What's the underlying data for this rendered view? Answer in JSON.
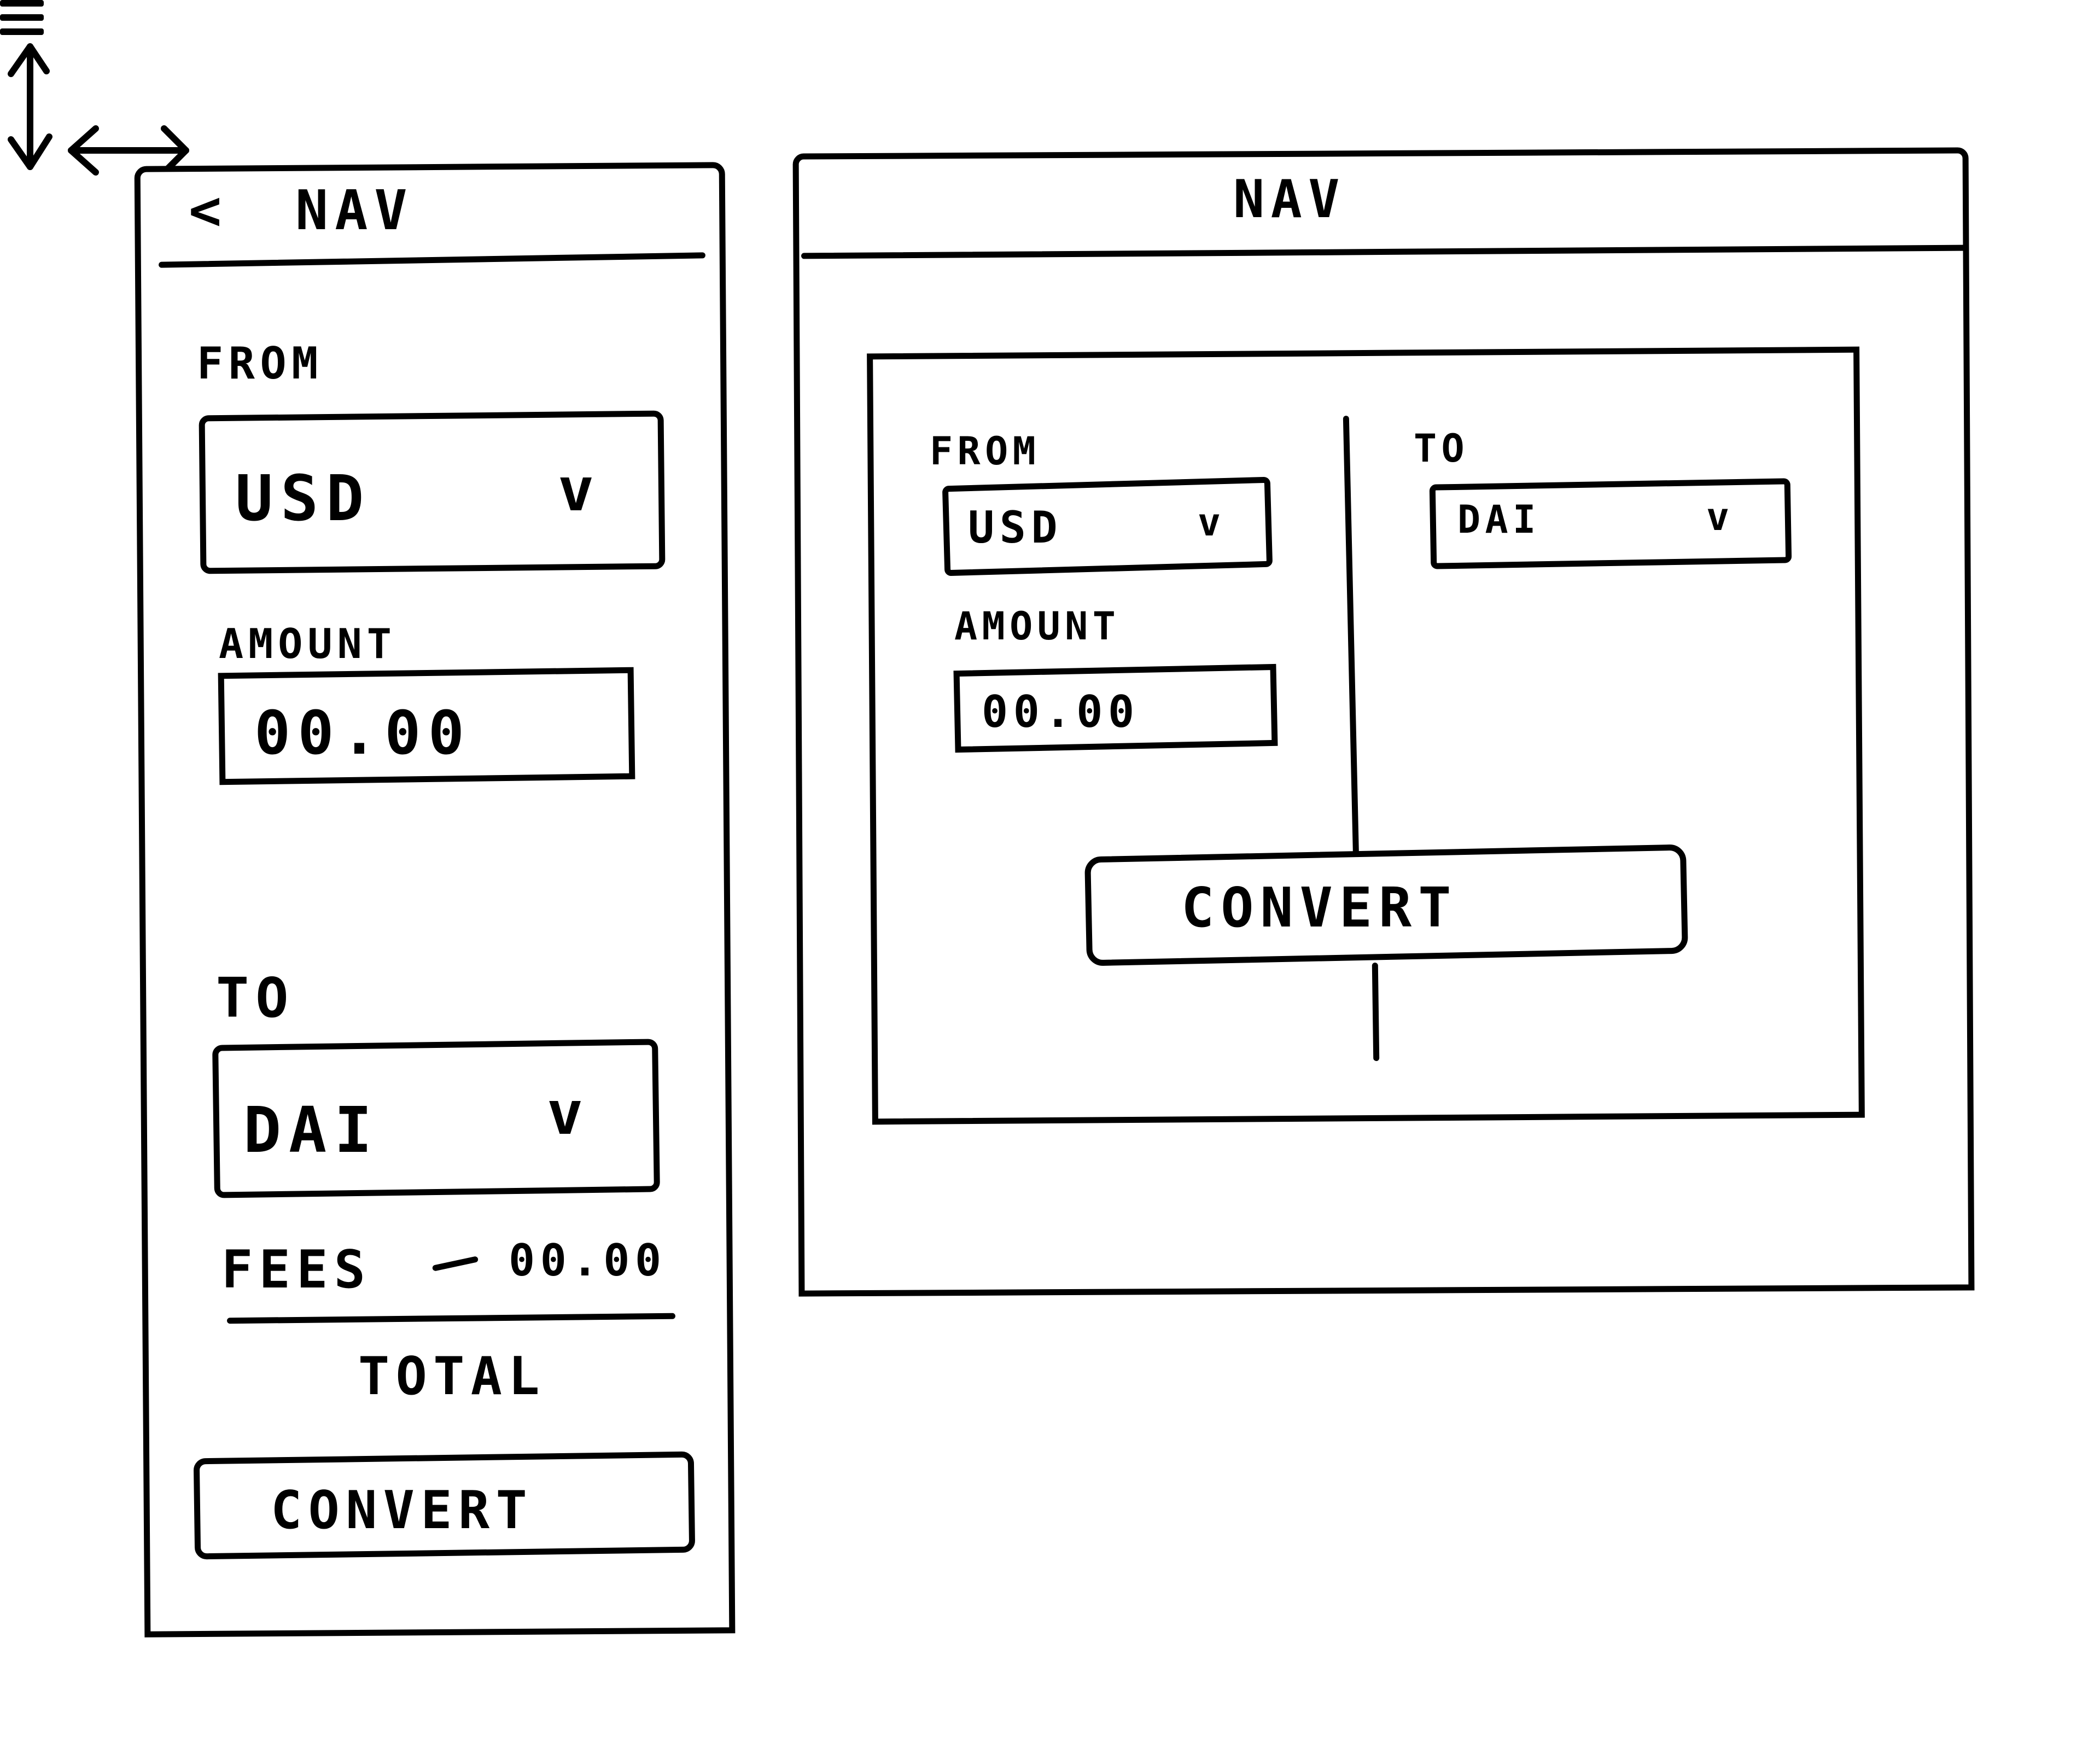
{
  "mobile": {
    "nav": {
      "back_icon": "<",
      "title": "NAV",
      "menu_icon": "hamburger-menu-icon"
    },
    "from_label": "FROM",
    "from_value": "USD",
    "from_chevron": "v",
    "amount_label": "AMOUNT",
    "amount_value": "00.00",
    "swap_icon": "vertical-swap-arrow-icon",
    "to_label": "TO",
    "to_value": "DAI",
    "to_chevron": "v",
    "fees_label": "FEES",
    "fees_value": "00.00",
    "total_label": "TOTAL",
    "convert_label": "CONVERT"
  },
  "desktop": {
    "nav": {
      "title": "NAV"
    },
    "from_label": "FROM",
    "from_value": "USD",
    "from_chevron": "v",
    "swap_icon": "horizontal-swap-arrow-icon",
    "to_label": "TO",
    "to_value": "DAI",
    "to_chevron": "v",
    "amount_label": "AMOUNT",
    "amount_value": "00.00",
    "convert_label": "CONVERT"
  },
  "colors": {
    "ink": "#000000",
    "paper": "#ffffff"
  }
}
